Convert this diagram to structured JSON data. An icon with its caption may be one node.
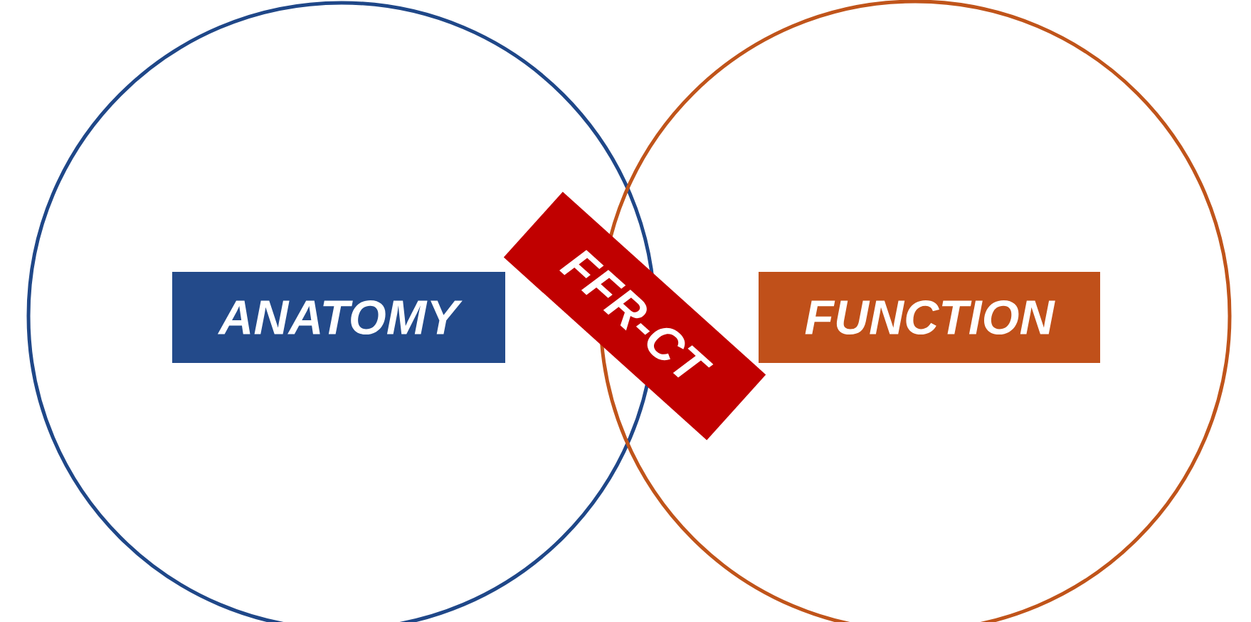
{
  "diagram": {
    "nodes": [
      {
        "text": [],
        "shape": "circle"
      },
      {
        "text": [
          "ANATOMY"
        ],
        "in": 0
      },
      {
        "text": [],
        "shape": "circle"
      },
      {
        "text": [
          "FUNCTION"
        ],
        "in": 2
      },
      {
        "text": [
          "FFR-CT"
        ]
      }
    ]
  }
}
